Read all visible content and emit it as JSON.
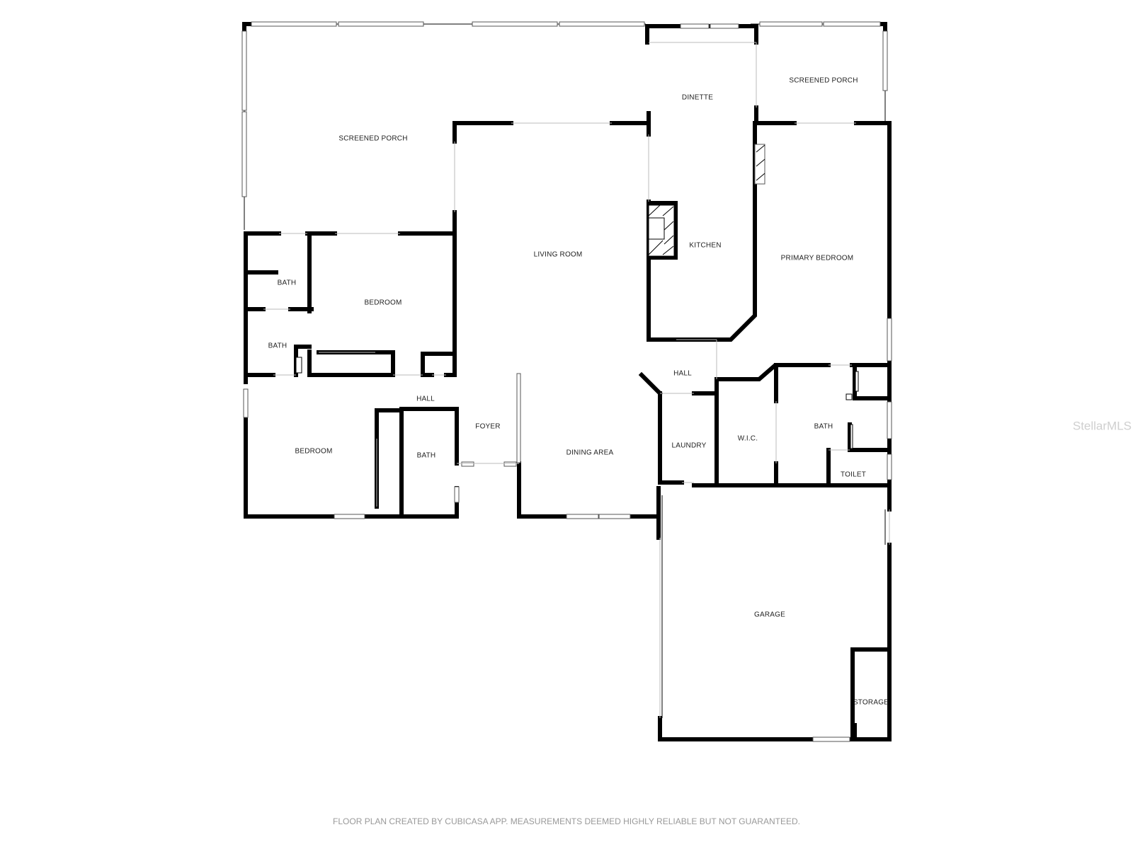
{
  "rooms": {
    "screened_porch_left": "SCREENED PORCH",
    "dinette": "DINETTE",
    "screened_porch_right": "SCREENED PORCH",
    "living_room": "LIVING ROOM",
    "kitchen": "KITCHEN",
    "primary_bedroom": "PRIMARY BEDROOM",
    "bath_upper_left": "BATH",
    "bedroom_upper": "BEDROOM",
    "bath_middle_left": "BATH",
    "hall_left": "HALL",
    "hall_center": "HALL",
    "foyer": "FOYER",
    "bedroom_lower": "BEDROOM",
    "bath_lower": "BATH",
    "dining_area": "DINING AREA",
    "laundry": "LAUNDRY",
    "wic": "W.I.C.",
    "bath_primary": "BATH",
    "toilet": "TOILET",
    "garage": "GARAGE",
    "storage": "STORAGE"
  },
  "watermark": "StellarMLS",
  "footer": "FLOOR PLAN CREATED BY CUBICASA APP. MEASUREMENTS DEEMED HIGHLY RELIABLE BUT NOT GUARANTEED."
}
